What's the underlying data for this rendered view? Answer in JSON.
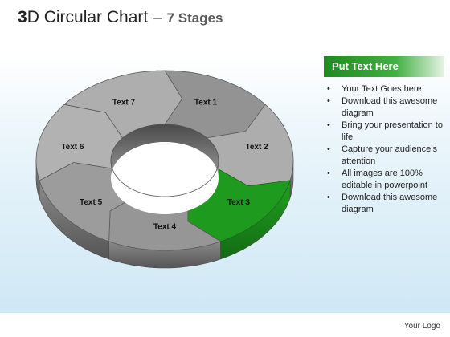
{
  "title": {
    "digit": "3",
    "main": "D Circular Chart",
    "sep": " – ",
    "sub": "7 Stages"
  },
  "diagram": {
    "stages": [
      {
        "label": "Text 1",
        "highlight": false
      },
      {
        "label": "Text 2",
        "highlight": false
      },
      {
        "label": "Text 3",
        "highlight": true
      },
      {
        "label": "Text 4",
        "highlight": false
      },
      {
        "label": "Text 5",
        "highlight": false
      },
      {
        "label": "Text 6",
        "highlight": false
      },
      {
        "label": "Text 7",
        "highlight": false
      }
    ],
    "colors": {
      "top_light": "#c8c8c8",
      "top_dark": "#707070",
      "side": "#6e6e6e",
      "inner_wall": "#5a5a5a",
      "highlight_top": "#1e9a1e",
      "highlight_side": "#187c18"
    }
  },
  "panel": {
    "header": "Put Text Here",
    "header_color": "#2f9e2f",
    "bullets": [
      "Your Text Goes here",
      "Download this awesome diagram",
      "Bring your presentation to life",
      "Capture your audience’s attention",
      "All images are 100% editable in powerpoint",
      "Download this awesome diagram"
    ]
  },
  "footer": {
    "logo": "Your Logo"
  }
}
